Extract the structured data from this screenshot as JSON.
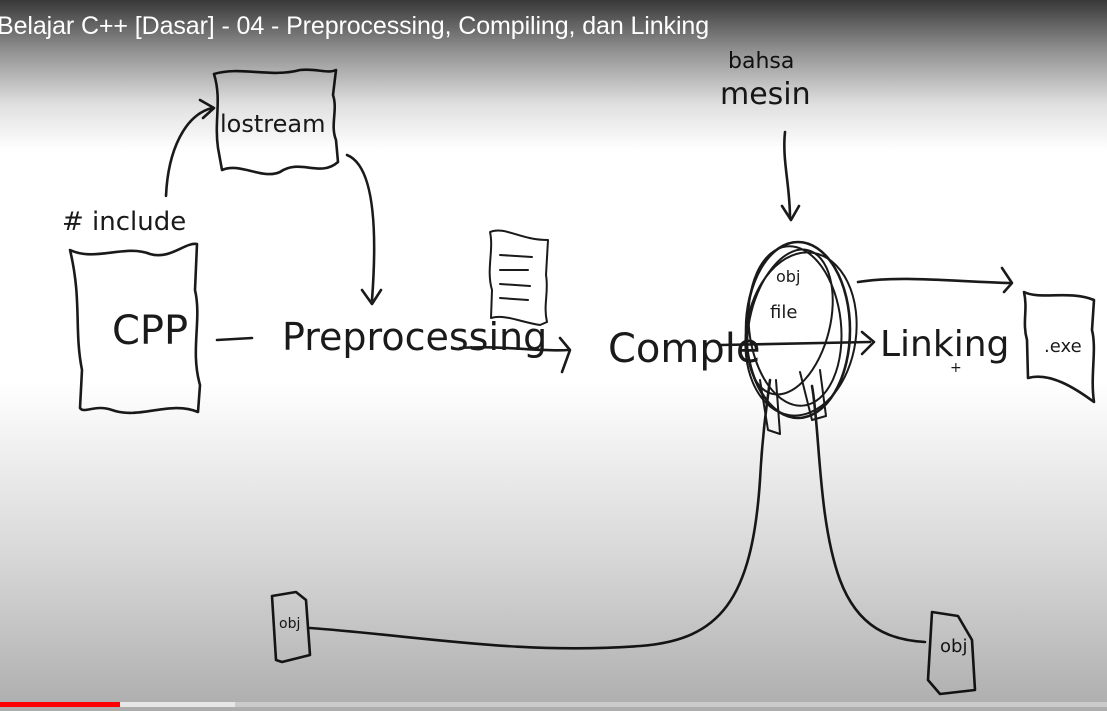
{
  "video": {
    "title": "Belajar C++ [Dasar] - 04 - Preprocessing, Compiling, dan Linking"
  },
  "whiteboard": {
    "labels": {
      "include": "# include",
      "iostream": "lostream",
      "cpp": "CPP",
      "preprocessing": "Preprocessing",
      "compile": "Comple",
      "linking": "Linking",
      "exe": ".exe",
      "bahasa_mesin_line1": "bahsa",
      "bahasa_mesin_line2": "mesin",
      "obj_file_line1": "obj",
      "obj_file_line2": "file",
      "obj_left": "obj",
      "obj_right": "obj"
    }
  },
  "progress": {
    "played_fraction": 0.108,
    "buffered_fraction": 0.212,
    "played_color": "#ff0000"
  }
}
